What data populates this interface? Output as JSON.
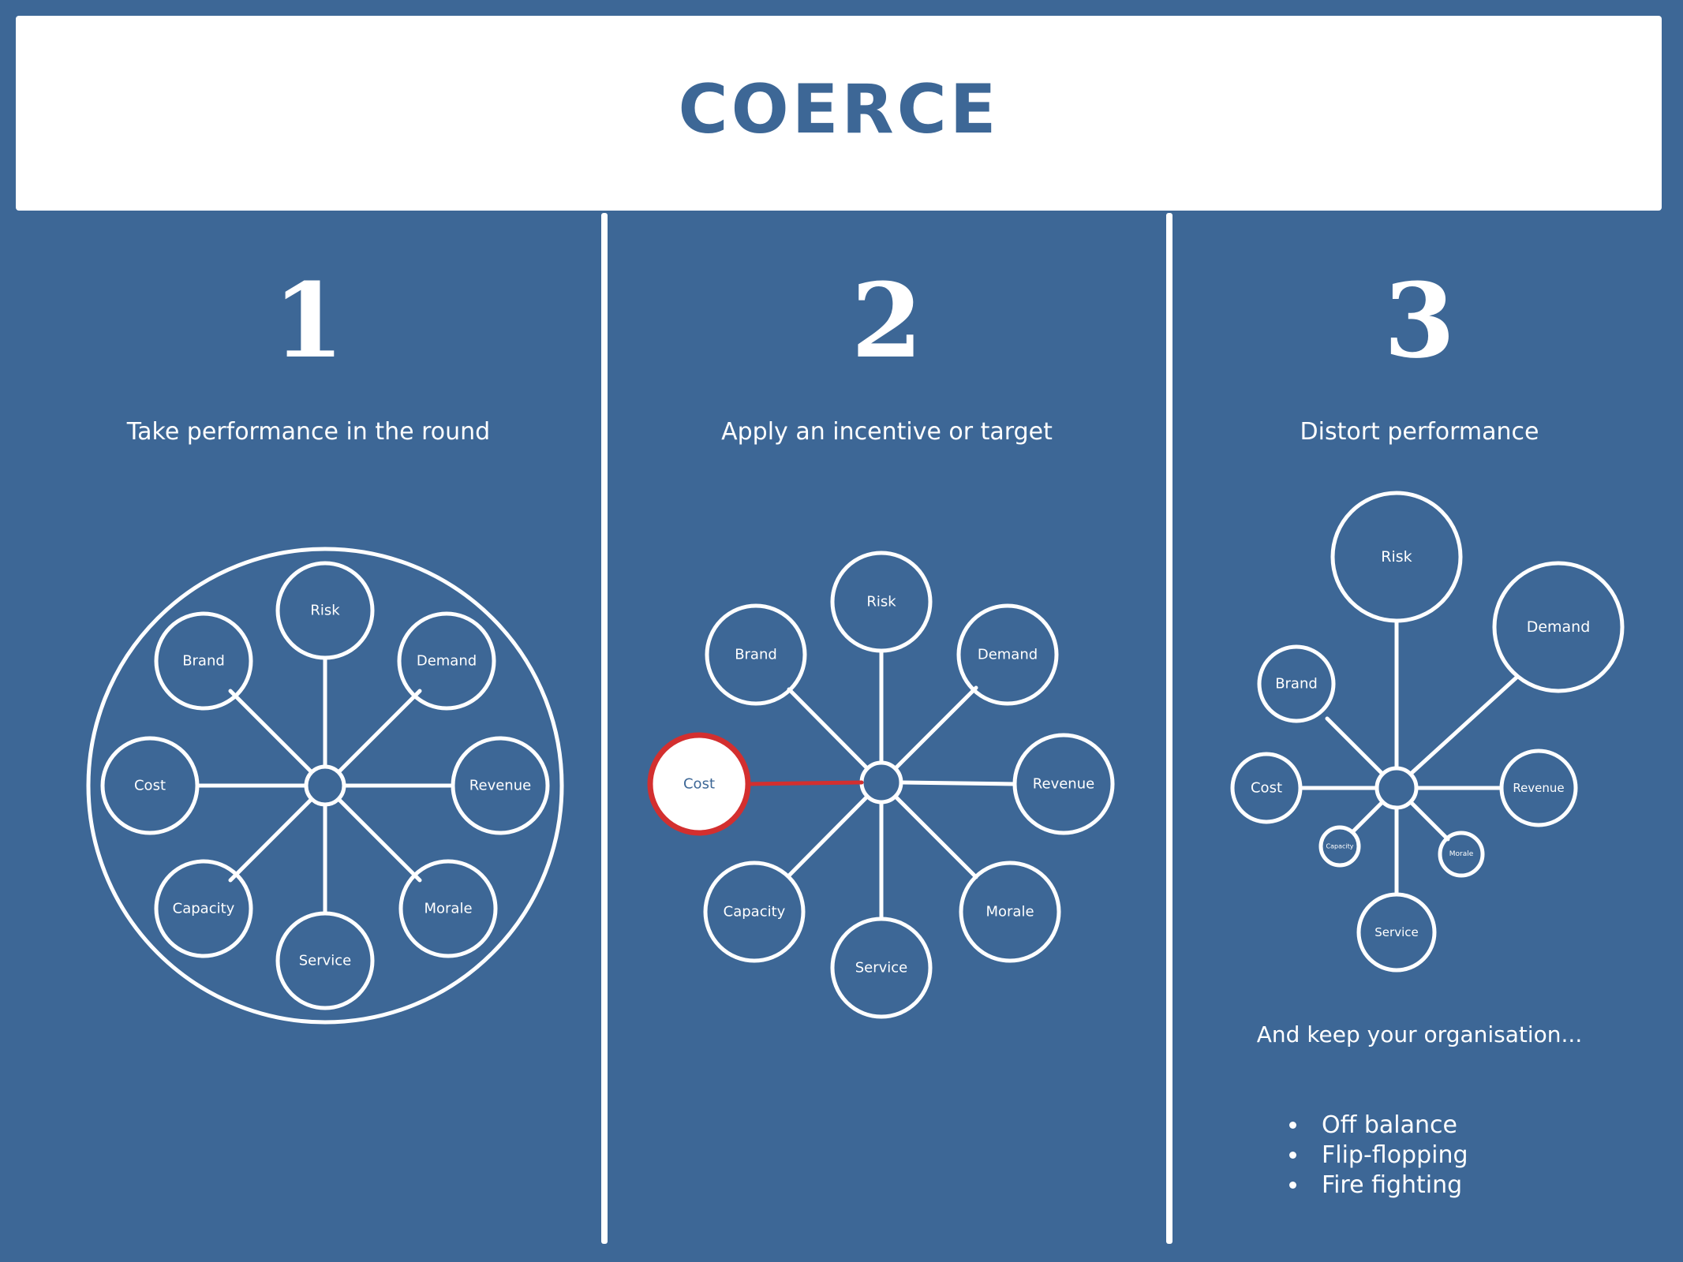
{
  "title": "COERCE",
  "colors": {
    "background": "#3d6796",
    "chalk": "#ffffff",
    "highlight": "#d32f2f"
  },
  "steps": [
    {
      "number": "1",
      "label": "Take performance in the round"
    },
    {
      "number": "2",
      "label": "Apply an incentive or target"
    },
    {
      "number": "3",
      "label": "Distort performance"
    }
  ],
  "nodes": {
    "risk": "Risk",
    "demand": "Demand",
    "revenue": "Revenue",
    "morale": "Morale",
    "service": "Service",
    "capacity": "Capacity",
    "cost": "Cost",
    "brand": "Brand"
  },
  "highlighted_node": "Cost",
  "tagline": "And keep your organisation...",
  "bullets": [
    "Off balance",
    "Flip-flopping",
    "Fire fighting"
  ]
}
